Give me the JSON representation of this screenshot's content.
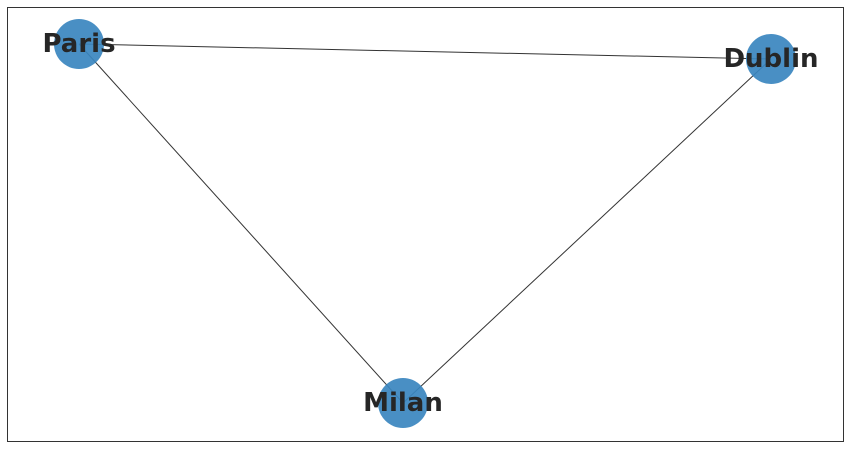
{
  "graph": {
    "node_color": "#3a86bf",
    "edge_color": "#333333",
    "label_color": "#262626",
    "nodes": [
      {
        "id": "paris",
        "label": "Paris"
      },
      {
        "id": "dublin",
        "label": "Dublin"
      },
      {
        "id": "milan",
        "label": "Milan"
      }
    ],
    "edges": [
      {
        "source": "paris",
        "target": "dublin"
      },
      {
        "source": "paris",
        "target": "milan"
      },
      {
        "source": "dublin",
        "target": "milan"
      }
    ]
  }
}
